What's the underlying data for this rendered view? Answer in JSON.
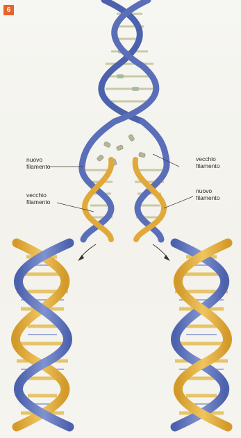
{
  "figure": {
    "number": "6",
    "badge_color": "#e8622c"
  },
  "labels": {
    "new_strand_left": [
      "nuovo",
      "filamento"
    ],
    "old_strand_left": [
      "vecchio",
      "filamento"
    ],
    "old_strand_right": [
      "vecchio",
      "filamento"
    ],
    "new_strand_right": [
      "nuovo",
      "filamento"
    ]
  },
  "colors": {
    "old_strand": "#5a6fb8",
    "new_strand": "#e0a93a",
    "base_pair_light": "#d8dcc8",
    "base_pair_accent": "#c7b46a"
  }
}
